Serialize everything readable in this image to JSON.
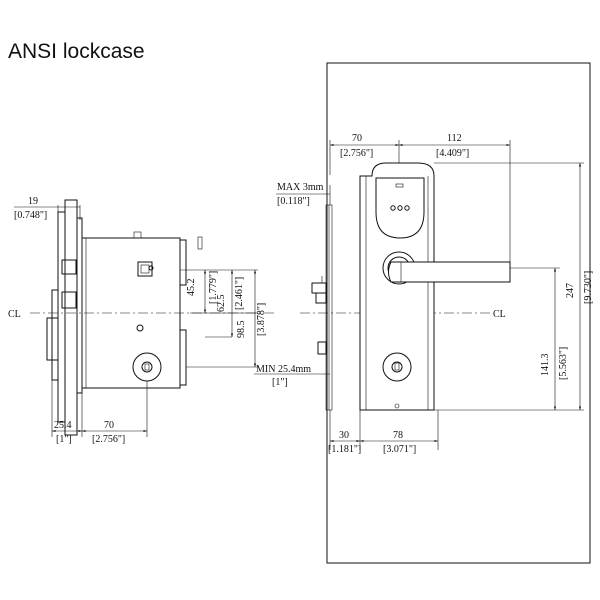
{
  "title": "ANSI lockcase",
  "centerline": "CL",
  "side_view": {
    "dims": {
      "top_width": "19",
      "top_width_in": "[0.748\"]",
      "h1": "45.2",
      "h1_in": "[1.779\"]",
      "h2": "62.5",
      "h2_in": "[2.461\"]",
      "h3": "98.5",
      "h3_in": "[3.878\"]",
      "bottom_left": "25.4",
      "bottom_left_in": "[1\"]",
      "bottom_right": "70",
      "bottom_right_in": "[2.756\"]"
    }
  },
  "front_view": {
    "dims": {
      "top_left": "70",
      "top_left_in": "[2.756\"]",
      "top_right": "112",
      "top_right_in": "[4.409\"]",
      "max": "MAX 3mm",
      "max_in": "[0.118\"]",
      "min": "MIN 25.4mm",
      "min_in": "[1\"]",
      "bottom_left": "30",
      "bottom_left_in": "[1.181\"]",
      "bottom_right": "78",
      "bottom_right_in": "[3.071\"]",
      "height_1": "141.3",
      "height_1_in": "[5.563\"]",
      "height_2": "247",
      "height_2_in": "[9.730\"]"
    }
  }
}
